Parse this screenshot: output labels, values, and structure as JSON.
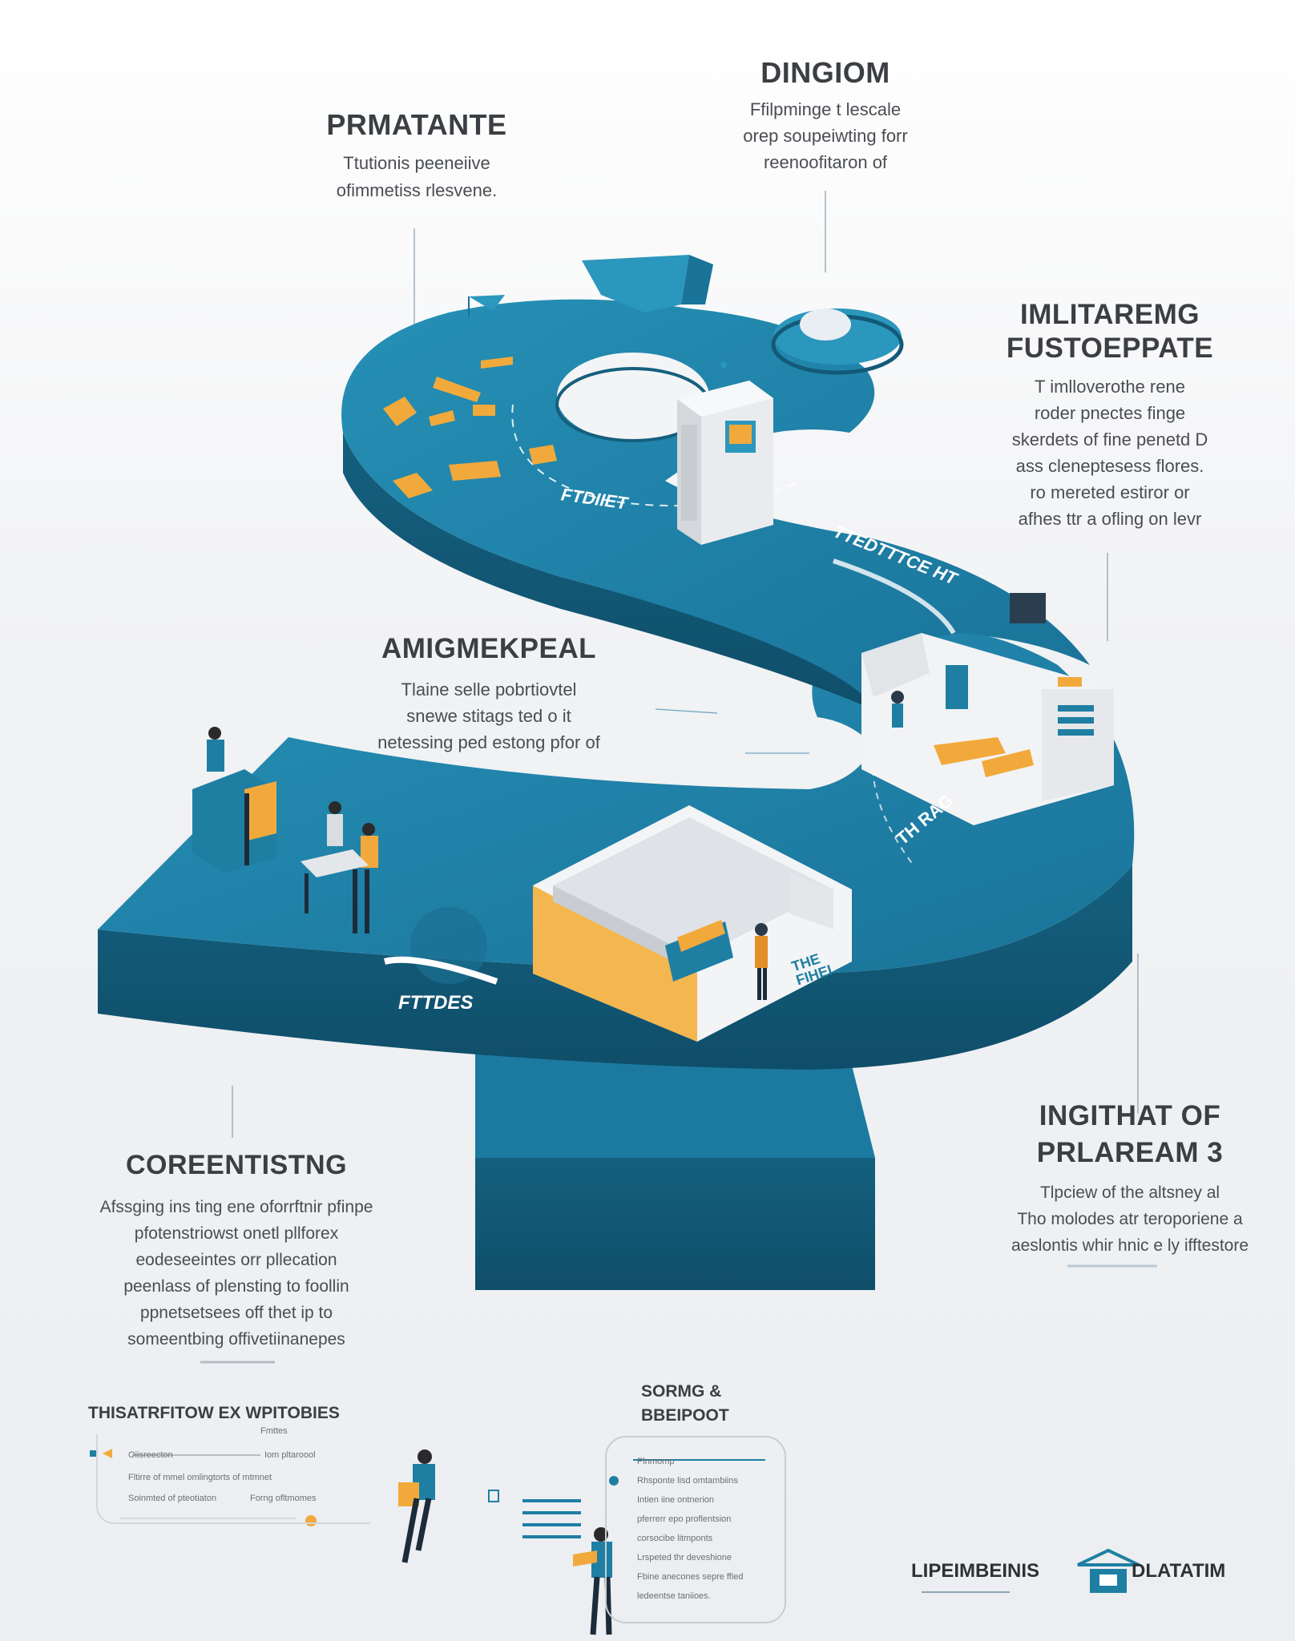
{
  "blocks": {
    "top_left": {
      "title": "PRMATANTE",
      "lines": [
        "Ttutionis peeneiive",
        "ofimmetiss rlesvene."
      ]
    },
    "top_center": {
      "title": "DINGIOM",
      "lines": [
        "Ffilpminge t lescale",
        "orep soupeiwting forr",
        "reenoofitaron of"
      ]
    },
    "right_upper": {
      "title_lines": [
        "IMLITAREMG",
        "FUSTOEPPATE"
      ],
      "lines": [
        "T imlloverothe rene",
        "roder pnectes finge",
        "skerdets of fine penetd D",
        "ass cleneptesess flores.",
        "ro mereted estiror or",
        "afhes ttr a ofling on levr"
      ]
    },
    "center_left": {
      "title": "AMIGMEKPEAL",
      "lines": [
        "Tlaine selle pobrtiovtel",
        "snewe stitags ted o it",
        "netessing ped estong pfor of"
      ]
    },
    "bottom_left": {
      "title": "COREENTISTNG",
      "lines": [
        "Afssging ins ting ene oforrftnir pfinpe",
        "pfotenstriowst onetl pllforex",
        "eodeseeintes orr pllecation",
        "peenlass of plensting to foollin",
        "ppnetsetsees off thet ip to",
        "someentbing offivetiinanepes"
      ]
    },
    "right_lower": {
      "title_lines": [
        "INGITHAT OF",
        "PRLAREAM 3"
      ],
      "lines": [
        "Tlpciew of the altsney al",
        "Tho molodes atr teroporiene a",
        "aeslontis whir hnic e ly ifftestore"
      ]
    }
  },
  "path_labels": {
    "top": "FTDIIET",
    "right_mid": "TTEDTTTCE HT",
    "right_low": "TH RAG",
    "left": "FTTDES",
    "box": "THE FIHEI"
  },
  "bottom_panels": {
    "left": {
      "title": "THISATRFITOW EX WPITOBIES",
      "header": "Fmttes",
      "rows": [
        "Oiisreecton",
        "Iom pltaroool",
        "Fltirre of mmel omlingtorts of mtmnet",
        "Soinmted of pteotiaton",
        "Forng ofltmomes"
      ]
    },
    "center": {
      "title_lines": [
        "SORMG &",
        "BBEIPOOT"
      ],
      "rows": [
        "Plnmomp",
        "Rhsponte lisd omtambiins",
        "Intien iine ontnerion",
        "pferrerr epo proflentsion",
        "corsocibe litmponts",
        "Lrspeted thr deveshione",
        "Fbine anecones sepre ffied",
        "ledeentse taniioes."
      ]
    }
  },
  "footer": {
    "left": "LIPEIMBEINIS",
    "right": "DLATATIM"
  },
  "colors": {
    "teal": "#1e7fa3",
    "teal_dark": "#135a78",
    "teal_light": "#2b97bd",
    "orange": "#f2a93b",
    "text": "#3b3e42"
  }
}
